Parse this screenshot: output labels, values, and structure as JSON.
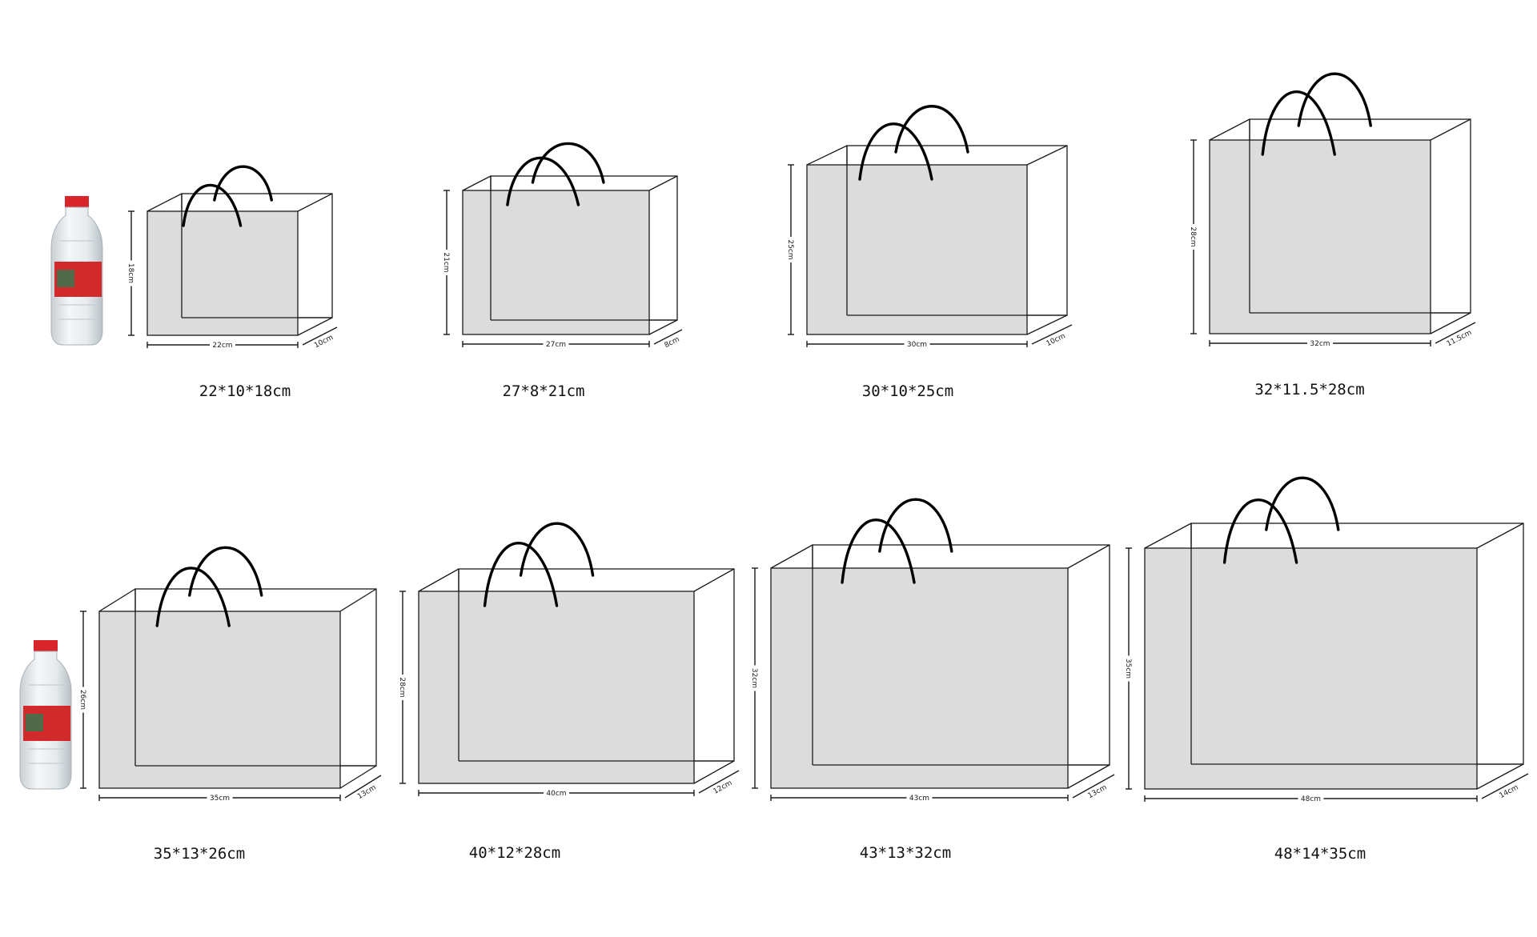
{
  "products": [
    {
      "caption": "22*10*18cm",
      "width_label": "22cm",
      "depth_label": "10cm",
      "height_label": "18cm"
    },
    {
      "caption": "27*8*21cm",
      "width_label": "27cm",
      "depth_label": "8cm",
      "height_label": "21cm"
    },
    {
      "caption": "30*10*25cm",
      "width_label": "30cm",
      "depth_label": "10cm",
      "height_label": "25cm"
    },
    {
      "caption": "32*11.5*28cm",
      "width_label": "32cm",
      "depth_label": "11.5cm",
      "height_label": "28cm"
    },
    {
      "caption": "35*13*26cm",
      "width_label": "35cm",
      "depth_label": "13cm",
      "height_label": "26cm"
    },
    {
      "caption": "40*12*28cm",
      "width_label": "40cm",
      "depth_label": "12cm",
      "height_label": "28cm"
    },
    {
      "caption": "43*13*32cm",
      "width_label": "43cm",
      "depth_label": "13cm",
      "height_label": "32cm"
    },
    {
      "caption": "48*14*35cm",
      "width_label": "48cm",
      "depth_label": "14cm",
      "height_label": "35cm"
    }
  ],
  "colors": {
    "bag_face": "#dcdcdc",
    "outline": "#1a1a1a",
    "handle": "#000000",
    "bottle_cap": "#d8242b",
    "bottle_label": "#d22a2a"
  },
  "icons": [
    "water-bottle-icon"
  ]
}
